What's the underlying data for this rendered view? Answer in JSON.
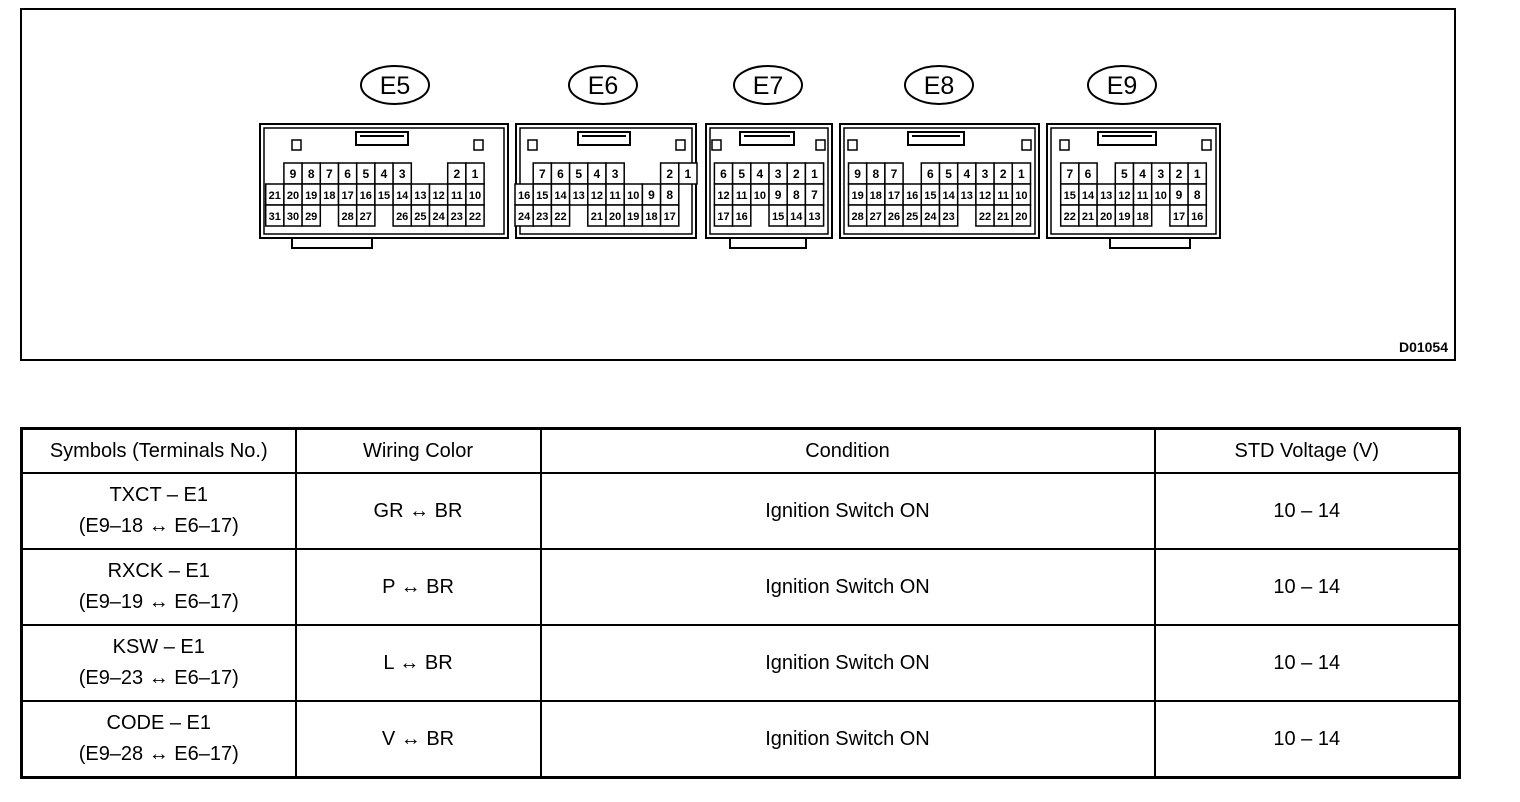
{
  "diagram": {
    "figure_code": "D01054",
    "connectors": [
      {
        "label": "E5",
        "rows": [
          [
            "",
            "9",
            "8",
            "7",
            "6",
            "5",
            "4",
            "3",
            "",
            "",
            "2",
            "1",
            ""
          ],
          [
            "21",
            "20",
            "19",
            "18",
            "17",
            "16",
            "15",
            "14",
            "13",
            "12",
            "11",
            "10",
            ""
          ],
          [
            "31",
            "30",
            "29",
            "",
            "28",
            "27",
            "",
            "26",
            "25",
            "24",
            "23",
            "22",
            ""
          ]
        ]
      },
      {
        "label": "E6",
        "rows": [
          [
            "",
            "7",
            "6",
            "5",
            "4",
            "3",
            "",
            "",
            "2",
            "1"
          ],
          [
            "16",
            "15",
            "14",
            "13",
            "12",
            "11",
            "10",
            "9",
            "8",
            ""
          ],
          [
            "24",
            "23",
            "22",
            "",
            "21",
            "20",
            "19",
            "18",
            "17",
            ""
          ]
        ]
      },
      {
        "label": "E7",
        "rows": [
          [
            "6",
            "5",
            "4",
            "3",
            "2",
            "1"
          ],
          [
            "12",
            "11",
            "10",
            "9",
            "8",
            "7"
          ],
          [
            "17",
            "16",
            "",
            "15",
            "14",
            "13"
          ]
        ]
      },
      {
        "label": "E8",
        "rows": [
          [
            "9",
            "8",
            "7",
            "",
            "6",
            "5",
            "4",
            "3",
            "2",
            "1"
          ],
          [
            "19",
            "18",
            "17",
            "16",
            "15",
            "14",
            "13",
            "12",
            "11",
            "10"
          ],
          [
            "28",
            "27",
            "26",
            "25",
            "24",
            "23",
            "",
            "22",
            "21",
            "20"
          ]
        ]
      },
      {
        "label": "E9",
        "rows": [
          [
            "7",
            "6",
            "",
            "5",
            "4",
            "3",
            "2",
            "1"
          ],
          [
            "15",
            "14",
            "13",
            "12",
            "11",
            "10",
            "9",
            "8"
          ],
          [
            "22",
            "21",
            "20",
            "19",
            "18",
            "",
            "17",
            "16"
          ]
        ]
      }
    ]
  },
  "table": {
    "headers": [
      "Symbols (Terminals No.)",
      "Wiring Color",
      "Condition",
      "STD Voltage (V)"
    ],
    "rows": [
      {
        "symbol": "TXCT – E1",
        "terminals": "(E9–18 ↔ E6–17)",
        "wiring": "GR ↔ BR",
        "condition": "Ignition Switch ON",
        "voltage": "10 – 14"
      },
      {
        "symbol": "RXCK – E1",
        "terminals": "(E9–19 ↔ E6–17)",
        "wiring": "P ↔ BR",
        "condition": "Ignition Switch ON",
        "voltage": "10 – 14"
      },
      {
        "symbol": "KSW – E1",
        "terminals": "(E9–23 ↔ E6–17)",
        "wiring": "L ↔ BR",
        "condition": "Ignition Switch ON",
        "voltage": "10 – 14"
      },
      {
        "symbol": "CODE – E1",
        "terminals": "(E9–28 ↔ E6–17)",
        "wiring": "V ↔ BR",
        "condition": "Ignition Switch ON",
        "voltage": "10 – 14"
      }
    ]
  }
}
